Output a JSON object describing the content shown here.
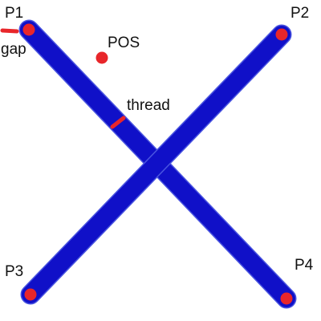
{
  "labels": {
    "p1": "P1",
    "p2": "P2",
    "p3": "P3",
    "p4": "P4",
    "gap": "gap",
    "pos": "POS",
    "thread": "thread"
  },
  "colors": {
    "arm": "#1010c8",
    "arm_edge": "#4a55e0",
    "dot": "#e8262a",
    "marker": "#e8262a",
    "text": "#111111"
  }
}
